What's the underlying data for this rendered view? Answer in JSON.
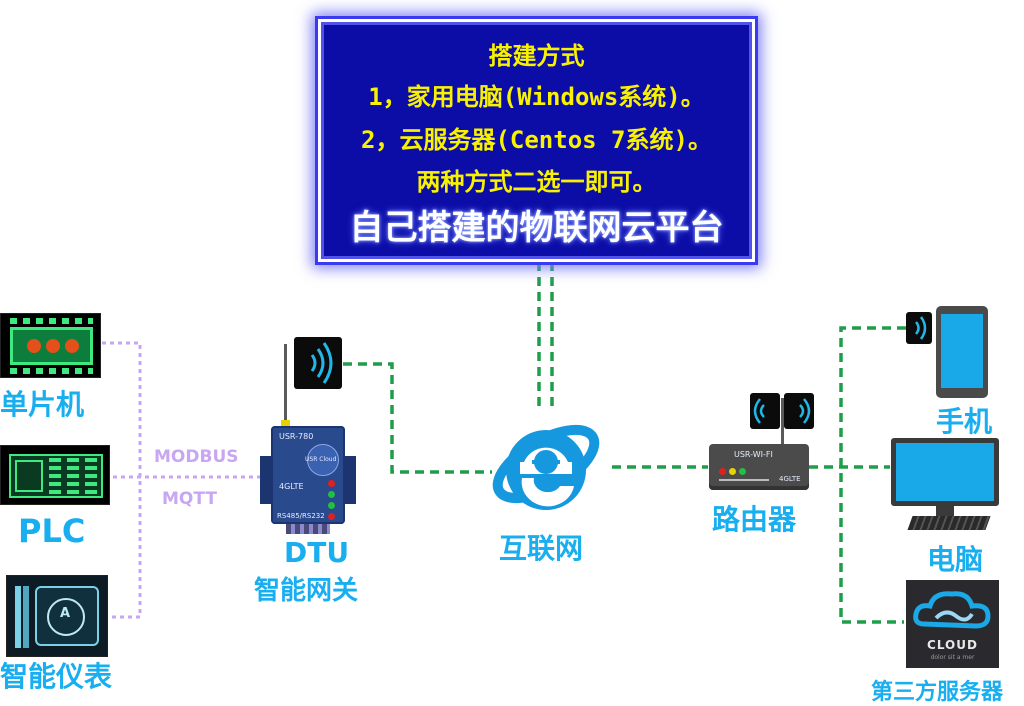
{
  "panel": {
    "title": "搭建方式",
    "line1": "1，家用电脑(Windows系统)。",
    "line2": "2，云服务器(Centos 7系统)。",
    "line3": "两种方式二选一即可。",
    "subtitle": "自己搭建的物联网云平台"
  },
  "devices": {
    "mcu": "单片机",
    "plc": "PLC",
    "meter": "智能仪表",
    "dtu_title": "DTU",
    "dtu_sub": "智能网关",
    "internet": "互联网",
    "router": "路由器",
    "phone": "手机",
    "computer": "电脑",
    "third_party": "第三方服务器"
  },
  "protocols": {
    "modbus": "MODBUS",
    "mqtt": "MQTT"
  },
  "dtu_device": {
    "model": "USR-780",
    "cloud": "USR Cloud",
    "net": "4GLTE",
    "ports": "RS485/RS232"
  },
  "router_device": {
    "model": "USR-WI-FI",
    "net": "4GLTE"
  },
  "cloud_logo": {
    "word": "CLOUD",
    "tagline": "dolor sit a mer"
  },
  "colors": {
    "panel_bg": "#0c0ca6",
    "panel_text": "#f8f200",
    "label": "#19aef0",
    "green_link": "#1f9e4a",
    "purple_link": "#c8a6f2"
  }
}
